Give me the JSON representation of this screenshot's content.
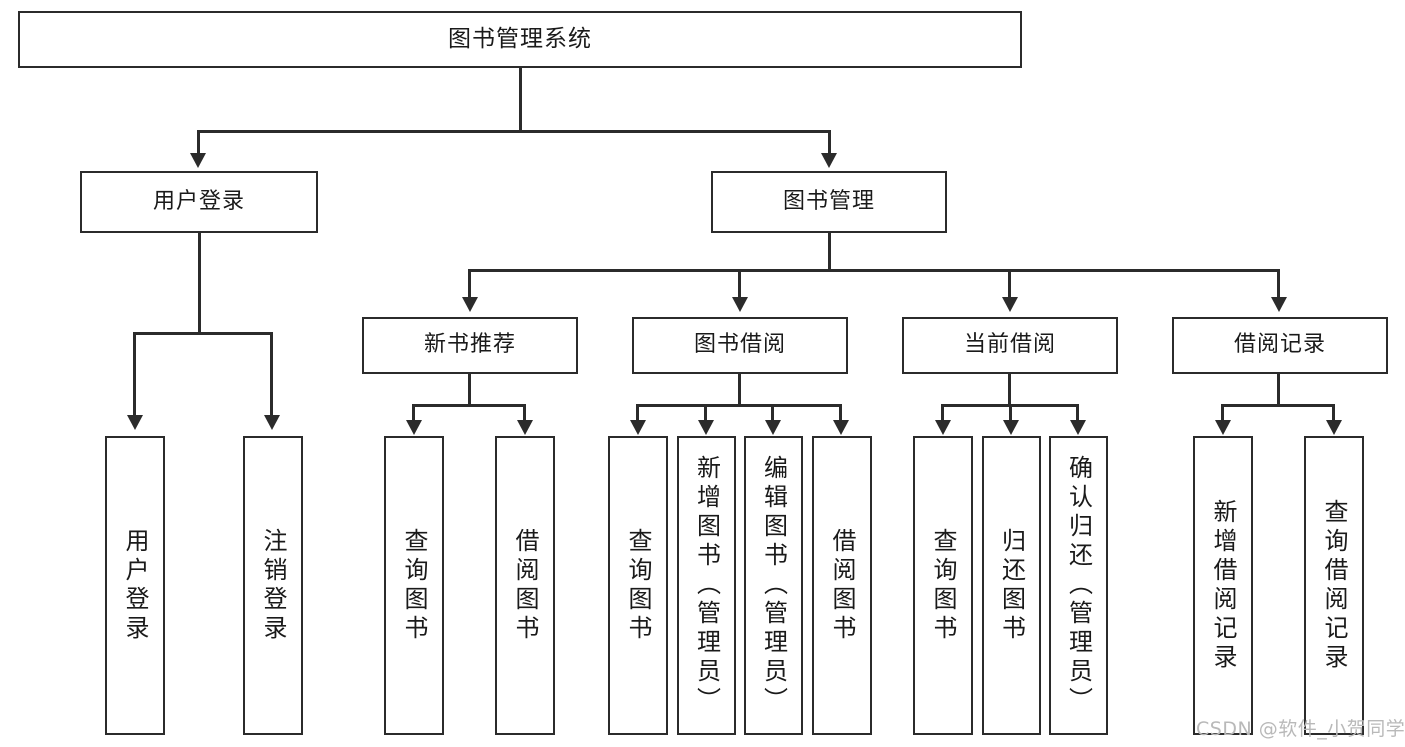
{
  "diagram": {
    "type": "tree-hierarchy",
    "title": "图书管理系统",
    "root": {
      "id": "root",
      "label": "图书管理系统"
    },
    "level1": [
      {
        "id": "user-login",
        "label": "用户登录"
      },
      {
        "id": "book-manage",
        "label": "图书管理"
      }
    ],
    "level2": [
      {
        "id": "new-book-rec",
        "label": "新书推荐",
        "parent": "book-manage"
      },
      {
        "id": "book-borrow",
        "label": "图书借阅",
        "parent": "book-manage"
      },
      {
        "id": "current-borrow",
        "label": "当前借阅",
        "parent": "book-manage"
      },
      {
        "id": "borrow-record",
        "label": "借阅记录",
        "parent": "book-manage"
      }
    ],
    "leaves": [
      {
        "id": "leaf-user-login",
        "label": "用户登录",
        "parent": "user-login"
      },
      {
        "id": "leaf-logout",
        "label": "注销登录",
        "parent": "user-login"
      },
      {
        "id": "leaf-query-book-1",
        "label": "查询图书",
        "parent": "new-book-rec"
      },
      {
        "id": "leaf-borrow-book-1",
        "label": "借阅图书",
        "parent": "new-book-rec"
      },
      {
        "id": "leaf-query-book-2",
        "label": "查询图书",
        "parent": "book-borrow"
      },
      {
        "id": "leaf-add-book",
        "label": "新增图书（管理员）",
        "parent": "book-borrow"
      },
      {
        "id": "leaf-edit-book",
        "label": "编辑图书（管理员）",
        "parent": "book-borrow"
      },
      {
        "id": "leaf-borrow-book-2",
        "label": "借阅图书",
        "parent": "book-borrow"
      },
      {
        "id": "leaf-query-book-3",
        "label": "查询图书",
        "parent": "current-borrow"
      },
      {
        "id": "leaf-return-book",
        "label": "归还图书",
        "parent": "current-borrow"
      },
      {
        "id": "leaf-confirm-return",
        "label": "确认归还（管理员）",
        "parent": "current-borrow"
      },
      {
        "id": "leaf-add-record",
        "label": "新增借阅记录",
        "parent": "borrow-record"
      },
      {
        "id": "leaf-query-record",
        "label": "查询借阅记录",
        "parent": "borrow-record"
      }
    ],
    "colors": {
      "stroke": "#2b2b2b",
      "fill": "#ffffff",
      "text": "#1a1a1a",
      "watermark": "#b9b9b9"
    }
  },
  "watermark": {
    "text": "CSDN @软件_小贺同学"
  }
}
